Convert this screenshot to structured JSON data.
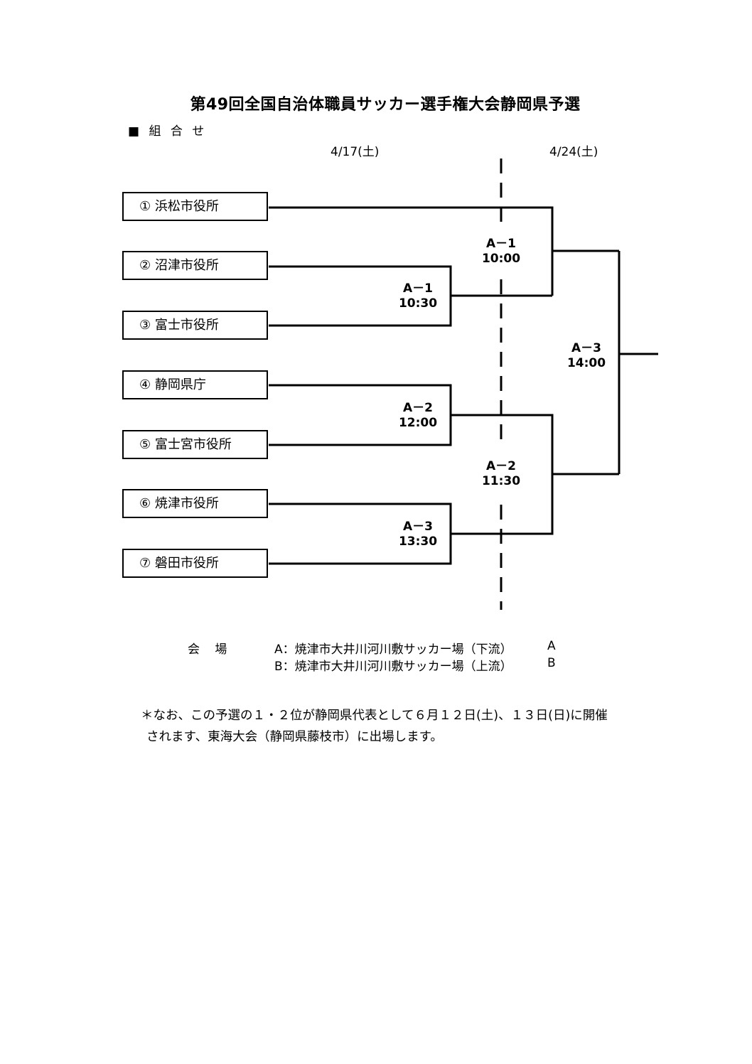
{
  "title": "第49回全国自治体職員サッカー選手権大会静岡県予選",
  "section_label": "■ 組 合 せ",
  "dates": {
    "round1": "4/17(土)",
    "round2": "4/24(土)"
  },
  "teams": [
    "① 浜松市役所",
    "② 沼津市役所",
    "③ 富士市役所",
    "④ 静岡県庁",
    "⑤ 富士宮市役所",
    "⑥ 焼津市役所",
    "⑦ 磐田市役所"
  ],
  "matches": [
    {
      "code": "A－1",
      "time": "10:30"
    },
    {
      "code": "A－2",
      "time": "12:00"
    },
    {
      "code": "A－3",
      "time": "13:30"
    },
    {
      "code": "A－1",
      "time": "10:00"
    },
    {
      "code": "A－2",
      "time": "11:30"
    },
    {
      "code": "A－3",
      "time": "14:00"
    }
  ],
  "venue": {
    "label": "会 場",
    "lines": [
      {
        "text": "A：焼津市大井川河川敷サッカー場（下流）",
        "code": "A"
      },
      {
        "text": "B：焼津市大井川河川敷サッカー場（上流）",
        "code": "B"
      }
    ]
  },
  "note": {
    "line1": "＊なお、この予選の１・２位が静岡県代表として６月１２日(土)、１３日(日)に開催",
    "line2": "されます、東海大会（静岡県藤枝市）に出場します。"
  }
}
